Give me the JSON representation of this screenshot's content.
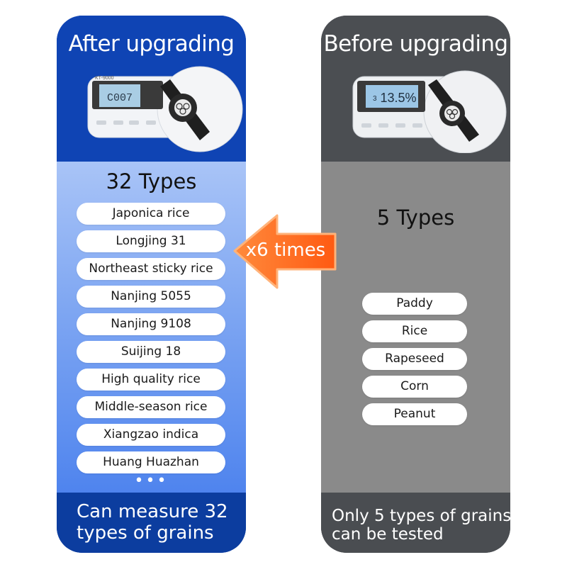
{
  "after": {
    "title": "After upgrading",
    "count": "32 Types",
    "items": [
      "Japonica rice",
      "Longjing 31",
      "Northeast sticky rice",
      "Nanjing 5055",
      "Nanjing 9108",
      "Suijing 18",
      "High quality rice",
      "Middle-season rice",
      "Xiangzao indica",
      "Huang Huazhan"
    ],
    "more": "•••",
    "footer_line1": "Can measure 32",
    "footer_line2": "types of grains",
    "display": "C007",
    "device_model": "KT-9000"
  },
  "before": {
    "title": "Before upgrading",
    "count": "5 Types",
    "items": [
      "Paddy",
      "Rice",
      "Rapeseed",
      "Corn",
      "Peanut"
    ],
    "footer_line1": "Only 5 types of grains",
    "footer_line2": "can be tested",
    "display": "13.5%",
    "display_index": "3"
  },
  "arrow": {
    "label": "x6 times"
  },
  "colors": {
    "after_blue": "#0f44b4",
    "before_gray": "#4b4e52",
    "arrow_orange": "#ff6a1a"
  }
}
